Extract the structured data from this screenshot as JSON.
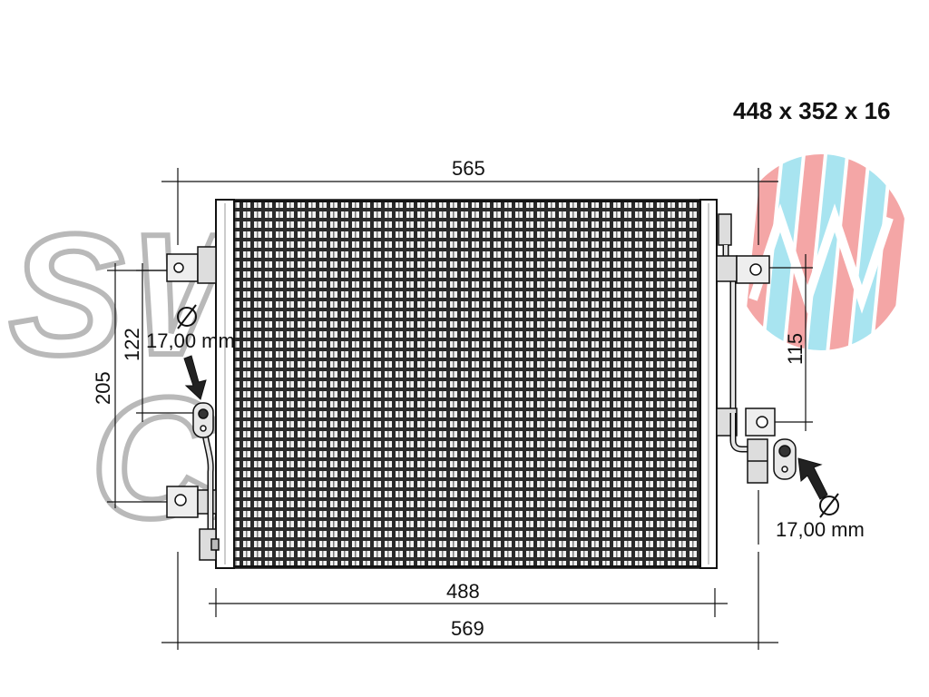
{
  "overall_size": "448 x 352 x 16",
  "dimensions": {
    "top_width": "565",
    "core_width": "488",
    "bottom_width": "569",
    "left_height_outer": "205",
    "left_height_inner": "122",
    "right_height": "115"
  },
  "connections": {
    "left_diameter": "17,00 mm",
    "right_diameter": "17,00 mm"
  },
  "watermark": {
    "text": "SWISS CALIFORNIA",
    "stripe_colors": [
      "#f4a6a6",
      "#a8e4f0"
    ]
  },
  "colors": {
    "line": "#111111",
    "fin_dark": "#2b2b2b",
    "fin_light": "#f2f2f2",
    "watermark_outline": "#b9b9b9"
  }
}
